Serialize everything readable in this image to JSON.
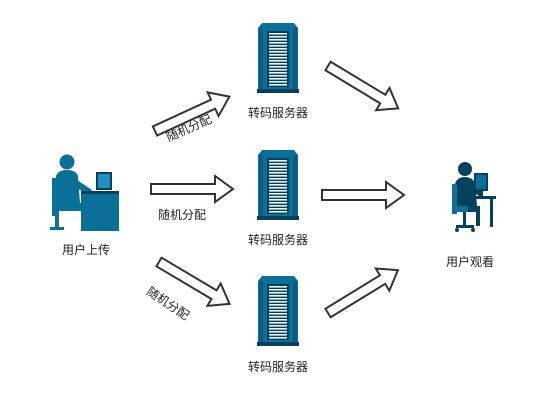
{
  "diagram": {
    "nodes": {
      "uploader": {
        "label": "用户上传",
        "icon": "desk-user-icon"
      },
      "servers": [
        {
          "label": "转码服务器",
          "icon": "server-rack-icon"
        },
        {
          "label": "转码服务器",
          "icon": "server-rack-icon"
        },
        {
          "label": "转码服务器",
          "icon": "server-rack-icon"
        }
      ],
      "viewer": {
        "label": "用户观看",
        "icon": "user-at-computer-icon"
      }
    },
    "edges": [
      {
        "from": "uploader",
        "to": "server-1",
        "label": "随机分配"
      },
      {
        "from": "uploader",
        "to": "server-2",
        "label": "随机分配"
      },
      {
        "from": "uploader",
        "to": "server-3",
        "label": "随机分配"
      },
      {
        "from": "server-1",
        "to": "viewer",
        "label": ""
      },
      {
        "from": "server-2",
        "to": "viewer",
        "label": ""
      },
      {
        "from": "server-3",
        "to": "viewer",
        "label": ""
      }
    ],
    "colors": {
      "icon_primary": "#0b6f97",
      "icon_dark": "#05405c",
      "arrow_stroke": "#333333",
      "arrow_fill": "#ffffff"
    }
  }
}
